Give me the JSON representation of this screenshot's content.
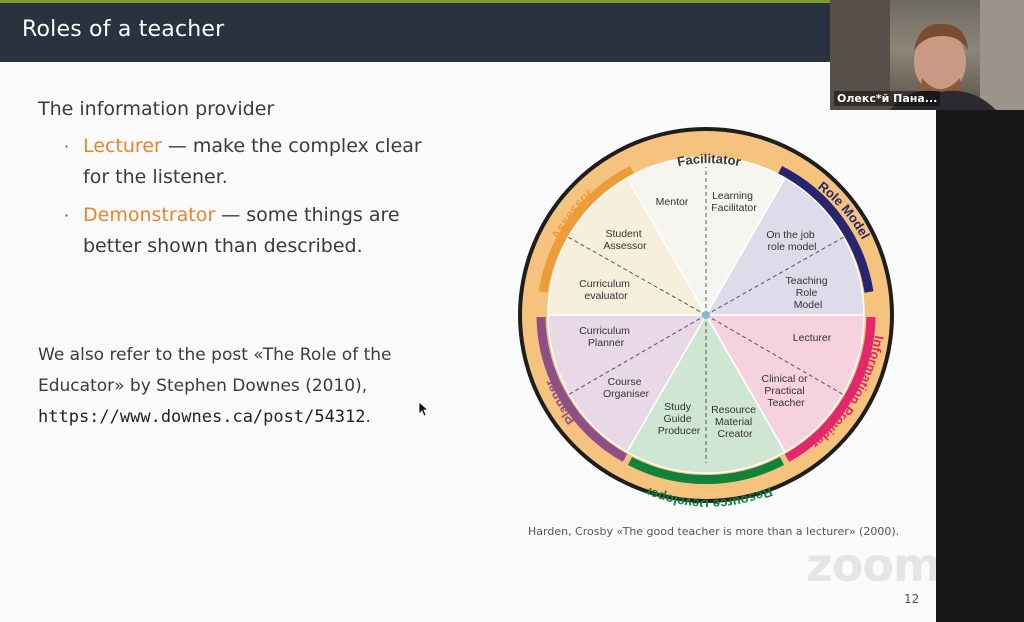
{
  "slide": {
    "title": "Roles of a teacher",
    "subtitle": "The information provider",
    "bullets": [
      {
        "term": "Lecturer",
        "line1": " — make the complex clear",
        "line2": "for the listener."
      },
      {
        "term": "Demonstrator",
        "line1": " — some things are",
        "line2": "better shown than described."
      }
    ],
    "reference": {
      "line1": "We also refer to the post «The Role of the",
      "line2": "Educator» by Stephen Downes (2010),",
      "url": "https://www.downes.ca/post/54312",
      "url_suffix": "."
    },
    "caption": "Harden, Crosby «The good teacher is more than a lecturer» (2000).",
    "page_number": "12",
    "bullet_glyph": "·"
  },
  "wheel": {
    "outer_roles": [
      {
        "label": "Facilitator",
        "color": "#f1b067"
      },
      {
        "label": "Role Model",
        "color": "#26256e"
      },
      {
        "label": "Information Provider",
        "color": "#e2286a"
      },
      {
        "label": "Resource Developer",
        "color": "#12813c"
      },
      {
        "label": "Planner",
        "color": "#8e4f86"
      },
      {
        "label": "Assessor",
        "color": "#ee9b3a"
      }
    ],
    "inner_roles": {
      "mentor": "Mentor",
      "learning_facilitator": [
        "Learning",
        "Facilitator"
      ],
      "on_the_job": [
        "On the job",
        "role model"
      ],
      "teaching_role_model": [
        "Teaching",
        "Role",
        "Model"
      ],
      "lecturer": "Lecturer",
      "clinical": [
        "Clinical or",
        "Practical",
        "Teacher"
      ],
      "resource_creator": [
        "Resource",
        "Material",
        "Creator"
      ],
      "study_guide": [
        "Study",
        "Guide",
        "Producer"
      ],
      "course_organiser": [
        "Course",
        "Organiser"
      ],
      "curriculum_planner": [
        "Curriculum",
        "Planner"
      ],
      "curriculum_evaluator": [
        "Curriculum",
        "evaluator"
      ],
      "student_assessor": [
        "Student",
        "Assessor"
      ]
    }
  },
  "video": {
    "participant_name": "Олекс*й Пана..."
  },
  "zoom_watermark": "zoom",
  "colors": {
    "accent": "#e8842b",
    "title_bar": "#28333f",
    "title_border": "#7a9b2f"
  }
}
